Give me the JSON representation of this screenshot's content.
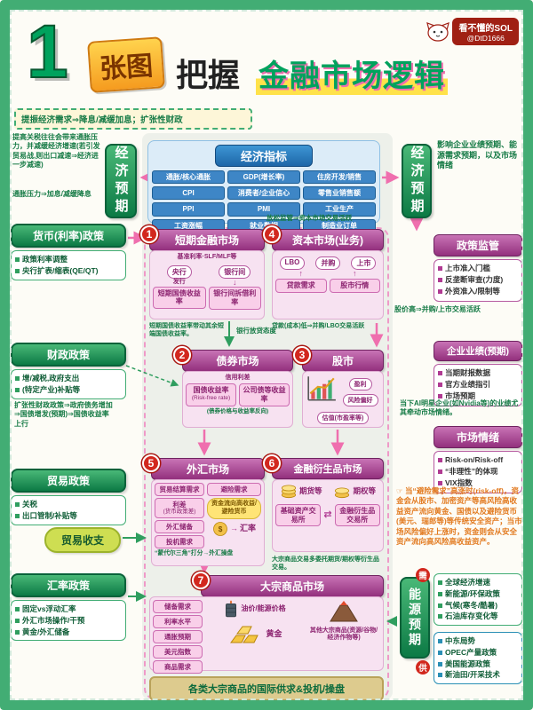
{
  "header": {
    "big_number": "1",
    "unit_label": "张图",
    "verb_label": "把握",
    "title": "金融市场逻辑",
    "badge_name": "看不懂的SOL",
    "badge_handle": "@DtD1666"
  },
  "top_note": "提振经济需求⇒降息/减缓加息；扩张性财政",
  "left": {
    "tariff_note": "提高关税往往会带来通胀压力，并减缓经济增速(若引发贸易战,则出口减速⇒经济进一步减速)",
    "econ_expectation": "经济预期",
    "inflation_note": "通胀压力⇒加息/减缓降息",
    "monetary": {
      "title": "货币(利率)政策",
      "items": [
        "政策利率调整",
        "央行扩表/缩表(QE/QT)"
      ]
    },
    "fiscal": {
      "title": "财政政策",
      "items": [
        "增/减税,政府支出",
        "(特定产业)补贴等"
      ]
    },
    "fiscal_note": "扩张性财政政策⇒政府债务增加⇒国债增发(预期)⇒国债收益率上行",
    "trade": {
      "title": "贸易政策",
      "items": [
        "关税",
        "出口管制/补贴等"
      ]
    },
    "trade_balance": "贸易收支",
    "fx_policy": {
      "title": "汇率政策",
      "items": [
        "固定vs浮动汇率",
        "外汇市场操作/干预",
        "黄金/外汇储备"
      ]
    }
  },
  "indicators": {
    "title": "经济指标",
    "items": [
      "通胀/核心通胀",
      "GDP(增长率)",
      "住房开发/销售",
      "CPI",
      "消费者/企业信心",
      "零售业销售额",
      "PPI",
      "PMI",
      "工业生产",
      "工资涨幅",
      "就业数据",
      "制造业订单"
    ]
  },
  "right": {
    "econ_expectation": "经济预期",
    "affect_note": "影响企业业绩预期、能源需求预期，以及市场情绪",
    "regulation": {
      "title": "政策监管",
      "items": [
        "上市准入门槛",
        "反垄断审查(力度)",
        "外资准入/限制等"
      ]
    },
    "stock_note": "股价高⇒并购/上市交易活跃",
    "earnings": {
      "title": "企业业绩(预期)",
      "items": [
        "当期财报数据",
        "官方业绩指引",
        "市场预期"
      ]
    },
    "ai_note": "当下AI明星企业(如Nvidia等)的业绩尤其牵动市场情绪。",
    "sentiment": {
      "title": "市场情绪",
      "items": [
        "Risk-on/Risk-off",
        "“非理性”的体现",
        "VIX指数"
      ]
    },
    "riskoff_note": "☞ 当“避险需求”高涨时(risk-off)，资金会从股市、加密资产等高风险高收益资产流向黄金、国债以及避险货币(美元、瑞郎等)等传统安全资产；当市场风险偏好上涨时，资金则会从安全资产流向高风险高收益资产。",
    "energy": {
      "title": "能源预期",
      "demand_label": "需",
      "supply_label": "供",
      "demand_items": [
        "全球经济增速",
        "新能源/环保政策",
        "气候(寒冬/酷暑)",
        "石油库存变化等"
      ],
      "supply_items": [
        "中东局势",
        "OPEC产量政策",
        "美国能源政策",
        "新油田/开采技术"
      ]
    }
  },
  "notes": {
    "deregulation": "放松监管⇒资本市场交易活跃",
    "loan_low": "贷款(成本)低⇒并购/LBO交易活跃",
    "short_rate": "短期国债收益率带动其余短端国债收益率。",
    "bank_lending": "银行放贷态度",
    "derivatives": "大宗商品交易多委托期货/期权等衍生品交易。",
    "bond_inverse": "(债券价格与收益率反向)"
  },
  "markets": {
    "m1": {
      "num": "1",
      "title": "短期金融市场",
      "top_note": "基准利率·SLF/MLF等",
      "oval1": "央行",
      "issue_label": "发行",
      "oval2": "银行间",
      "box1": "短期国债收益率",
      "box2": "银行间拆借利率"
    },
    "m2": {
      "num": "2",
      "title": "债券市场",
      "spread_label": "信用利差",
      "box1": "国债收益率",
      "box1_sub": "(Risk-free rate)",
      "box2": "公司债等收益率"
    },
    "m3": {
      "num": "3",
      "title": "股市",
      "ovals": [
        "盈利",
        "风险偏好",
        "估值(市盈率等)"
      ]
    },
    "m4": {
      "num": "4",
      "title": "资本市场(业务)",
      "ovals": [
        "LBO",
        "并购",
        "上市"
      ],
      "boxes": [
        "贷款需求",
        "股市行情"
      ]
    },
    "m5": {
      "num": "5",
      "title": "外汇市场",
      "boxes": [
        "贸易结算需求",
        "利差",
        "外汇储备",
        "投机需求"
      ],
      "rate_sub": "(货币政策差)",
      "hedge": "避险需求",
      "flow": "资金流向高收益/避险货币",
      "rate_label": "汇率",
      "note": "“蒙代尔三角”打分→外汇操盘"
    },
    "m6": {
      "num": "6",
      "title": "金融衍生品市场",
      "futures": "期货等",
      "options": "期权等",
      "boxes": [
        "基础资产交易所",
        "金融衍生品交易所"
      ]
    },
    "m7": {
      "num": "7",
      "title": "大宗商品市场",
      "left_boxes": [
        "储备需求",
        "利率水平",
        "通胀预期",
        "美元指数",
        "商品需求"
      ],
      "oil_label": "油价/能源价格",
      "gold_label": "黄金",
      "others_label": "其他大宗商品(资源/谷物/经济作物等)"
    }
  },
  "bottom_banner": "各类大宗商品的国际供求&投机/操盘",
  "icons": {
    "down_arrow": "↓",
    "up_arrow": "↑",
    "swap": "⇄",
    "right_arrow": "→"
  }
}
